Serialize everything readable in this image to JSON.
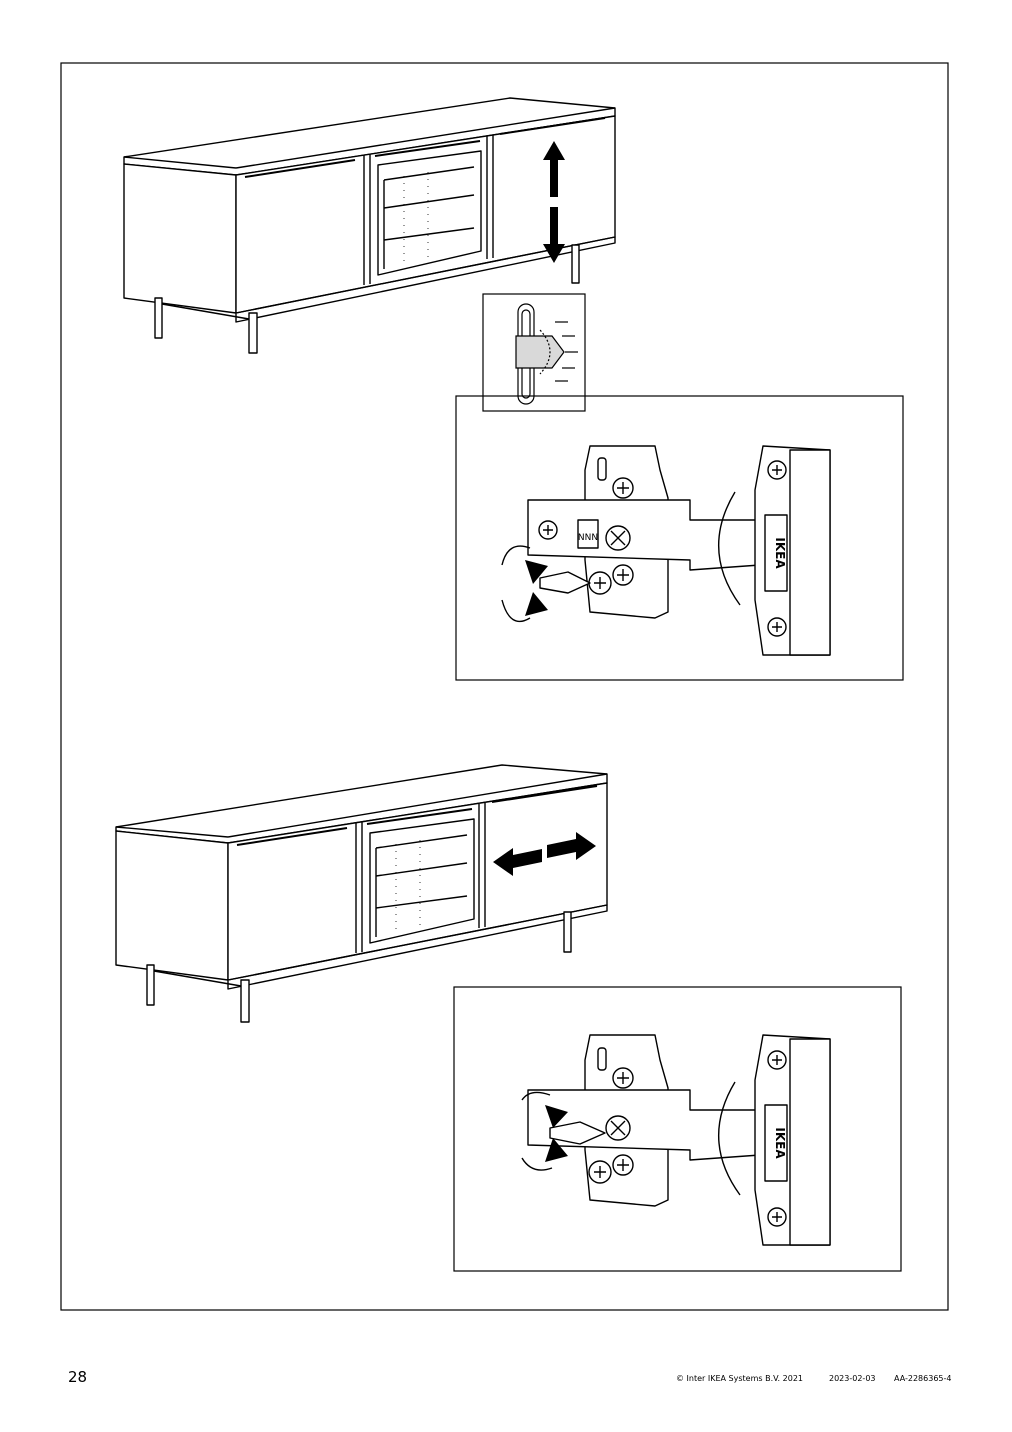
{
  "page": {
    "number": "28",
    "copyright": "© Inter IKEA Systems B.V. 2021",
    "date": "2023-02-03",
    "doc_id": "AA-2286365-4"
  },
  "steps": [
    {
      "name": "vertical-adjustment",
      "arrow": "vertical-double-arrow-icon",
      "hinge_brand": "IKEA"
    },
    {
      "name": "horizontal-adjustment",
      "arrow": "horizontal-double-arrow-icon",
      "hinge_brand": "IKEA"
    }
  ],
  "colors": {
    "line": "#000000",
    "paper": "#ffffff",
    "highlight": "#d9d9d9"
  }
}
